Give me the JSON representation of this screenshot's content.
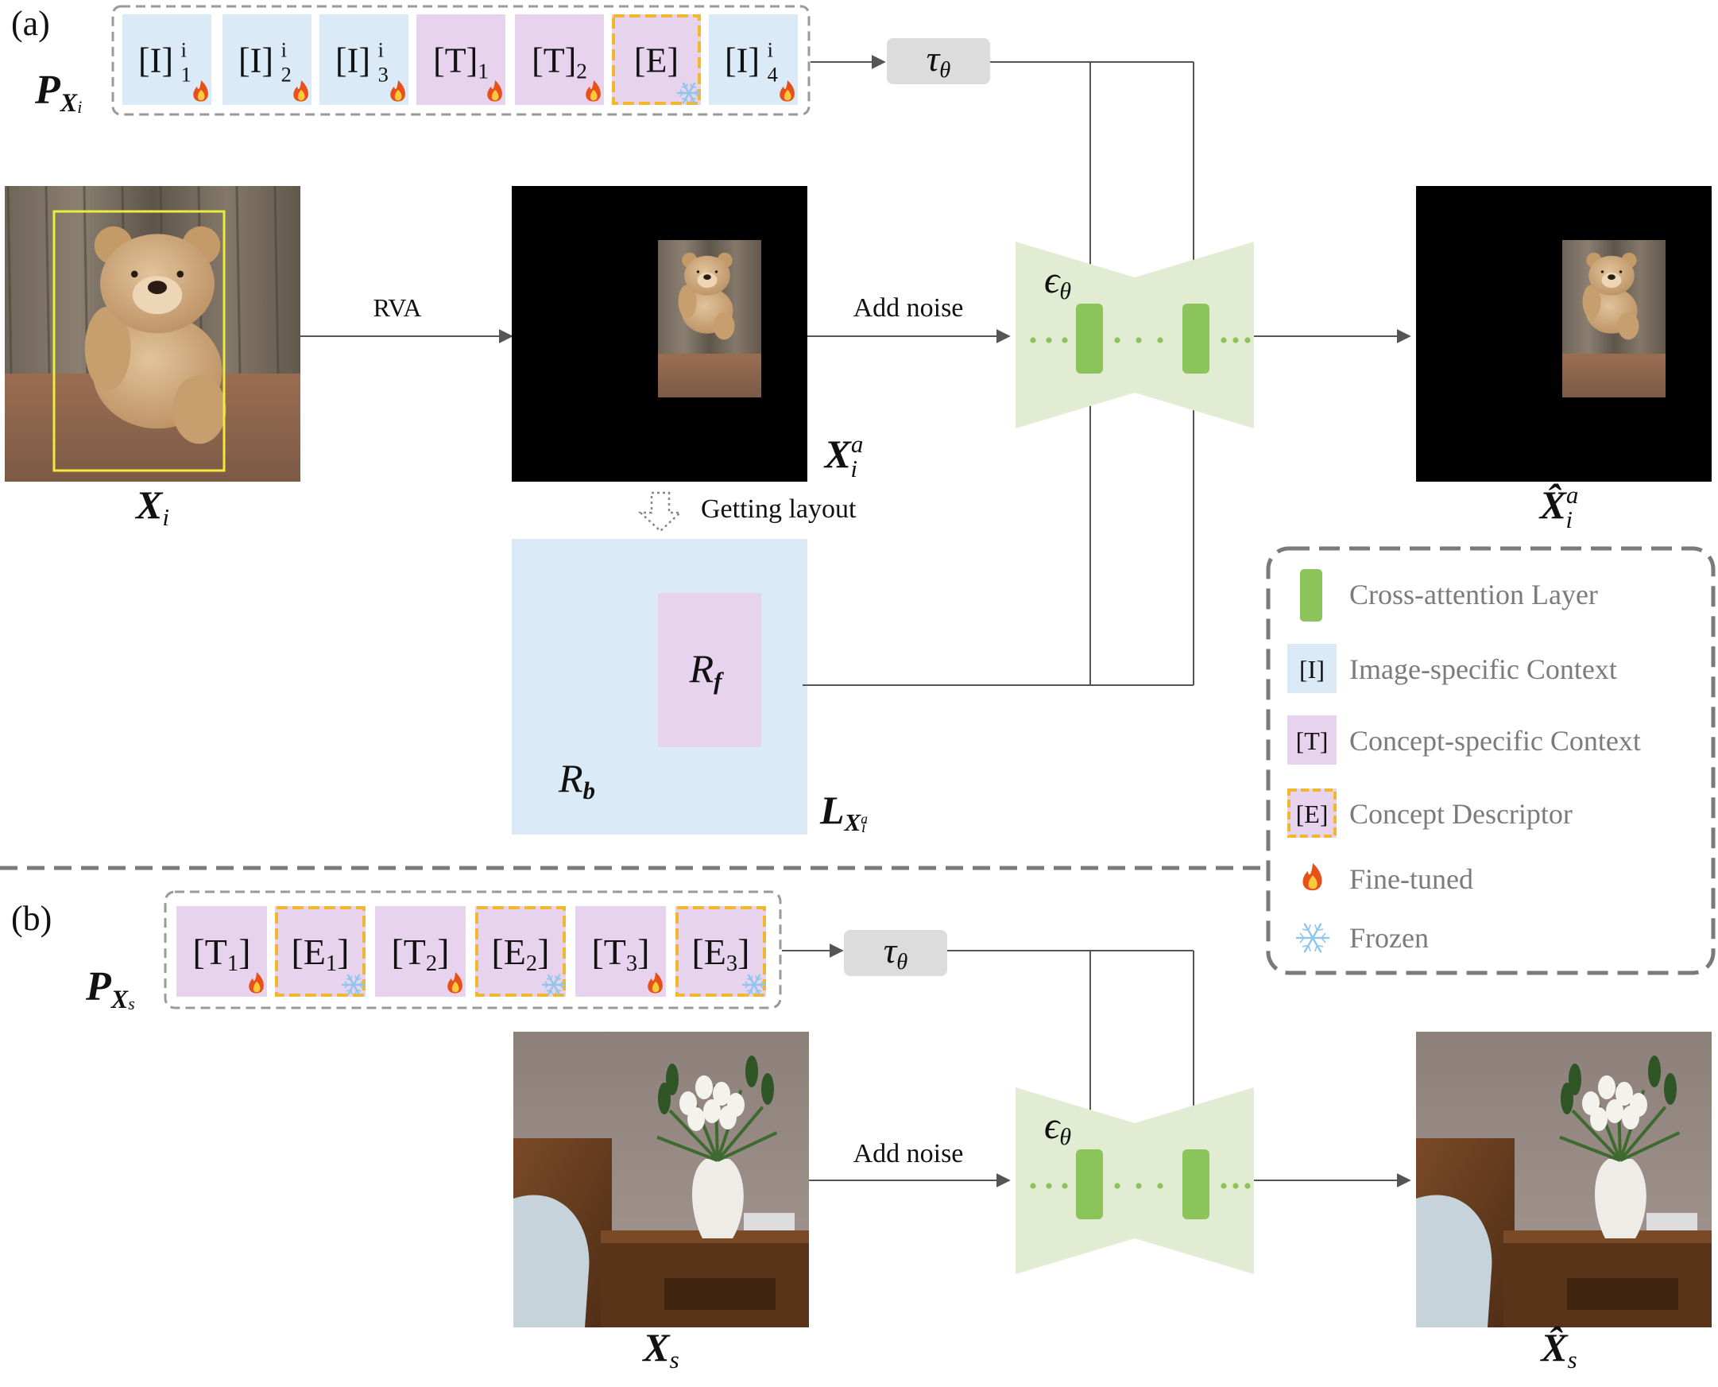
{
  "panel_a": {
    "label": "(a)",
    "prompt_label": {
      "main": "P",
      "sub": "X",
      "subsub": "i"
    },
    "tokens": [
      {
        "base": "[I]",
        "sub": "1",
        "sup": "i",
        "kind": "image",
        "state": "fine-tuned"
      },
      {
        "base": "[I]",
        "sub": "2",
        "sup": "i",
        "kind": "image",
        "state": "fine-tuned"
      },
      {
        "base": "[I]",
        "sub": "3",
        "sup": "i",
        "kind": "image",
        "state": "fine-tuned"
      },
      {
        "base": "[T]",
        "sub": "1",
        "sup": "",
        "kind": "concept",
        "state": "fine-tuned"
      },
      {
        "base": "[T]",
        "sub": "2",
        "sup": "",
        "kind": "concept",
        "state": "fine-tuned"
      },
      {
        "base": "[E]",
        "sub": "",
        "sup": "",
        "kind": "descriptor",
        "state": "frozen"
      },
      {
        "base": "[I]",
        "sub": "4",
        "sup": "i",
        "kind": "image",
        "state": "fine-tuned"
      }
    ],
    "encoder": {
      "main": "τ",
      "sub": "θ"
    },
    "unet_label": {
      "main": "ϵ",
      "sub": "θ"
    },
    "rva_label": "RVA",
    "add_noise_label": "Add noise",
    "getting_layout_label": "Getting layout",
    "input_label": {
      "main": "X",
      "sub": "i"
    },
    "aug_label": {
      "main": "X",
      "sub": "i",
      "sup": "a"
    },
    "output_label": {
      "main": "X̂",
      "sub": "i",
      "sup": "a"
    },
    "layout_label": {
      "main": "L",
      "sub": "X",
      "subsub": "i",
      "subsup": "a"
    },
    "region_f": {
      "main": "R",
      "sub": "f"
    },
    "region_b": {
      "main": "R",
      "sub": "b"
    }
  },
  "panel_b": {
    "label": "(b)",
    "prompt_label": {
      "main": "P",
      "sub": "X",
      "subsub": "s"
    },
    "tokens": [
      {
        "base": "[T",
        "sub": "1",
        "close": "]",
        "kind": "concept",
        "state": "fine-tuned"
      },
      {
        "base": "[E",
        "sub": "1",
        "close": "]",
        "kind": "descriptor",
        "state": "frozen"
      },
      {
        "base": "[T",
        "sub": "2",
        "close": "]",
        "kind": "concept",
        "state": "fine-tuned"
      },
      {
        "base": "[E",
        "sub": "2",
        "close": "]",
        "kind": "descriptor",
        "state": "frozen"
      },
      {
        "base": "[T",
        "sub": "3",
        "close": "]",
        "kind": "concept",
        "state": "fine-tuned"
      },
      {
        "base": "[E",
        "sub": "3",
        "close": "]",
        "kind": "descriptor",
        "state": "frozen"
      }
    ],
    "encoder": {
      "main": "τ",
      "sub": "θ"
    },
    "unet_label": {
      "main": "ϵ",
      "sub": "θ"
    },
    "add_noise_label": "Add noise",
    "input_label": {
      "main": "X",
      "sub": "s"
    },
    "output_label": {
      "main": "X̂",
      "sub": "s"
    }
  },
  "legend": {
    "items": [
      {
        "icon": "cross-attention-layer-icon",
        "label": "Cross-attention Layer"
      },
      {
        "icon": "image-token-icon",
        "glyph": "[I]",
        "label": "Image-specific Context"
      },
      {
        "icon": "concept-token-icon",
        "glyph": "[T]",
        "label": "Concept-specific Context"
      },
      {
        "icon": "descriptor-token-icon",
        "glyph": "[E]",
        "label": "Concept Descriptor"
      },
      {
        "icon": "fire-icon",
        "label": "Fine-tuned"
      },
      {
        "icon": "snowflake-icon",
        "label": "Frozen"
      }
    ]
  },
  "colors": {
    "image_token": "#dbeaf7",
    "concept_token": "#e8d3ee",
    "descriptor_border": "#f2b731",
    "unet": "#e1ecd3",
    "attention": "#8cc45c",
    "encoder_bg": "#dcdcdc",
    "arrow": "#555555",
    "dashed_gray": "#9a9a9a",
    "legend_border": "#7a7a7a",
    "fire": "#e8501a",
    "snow": "#8ec6ec"
  }
}
